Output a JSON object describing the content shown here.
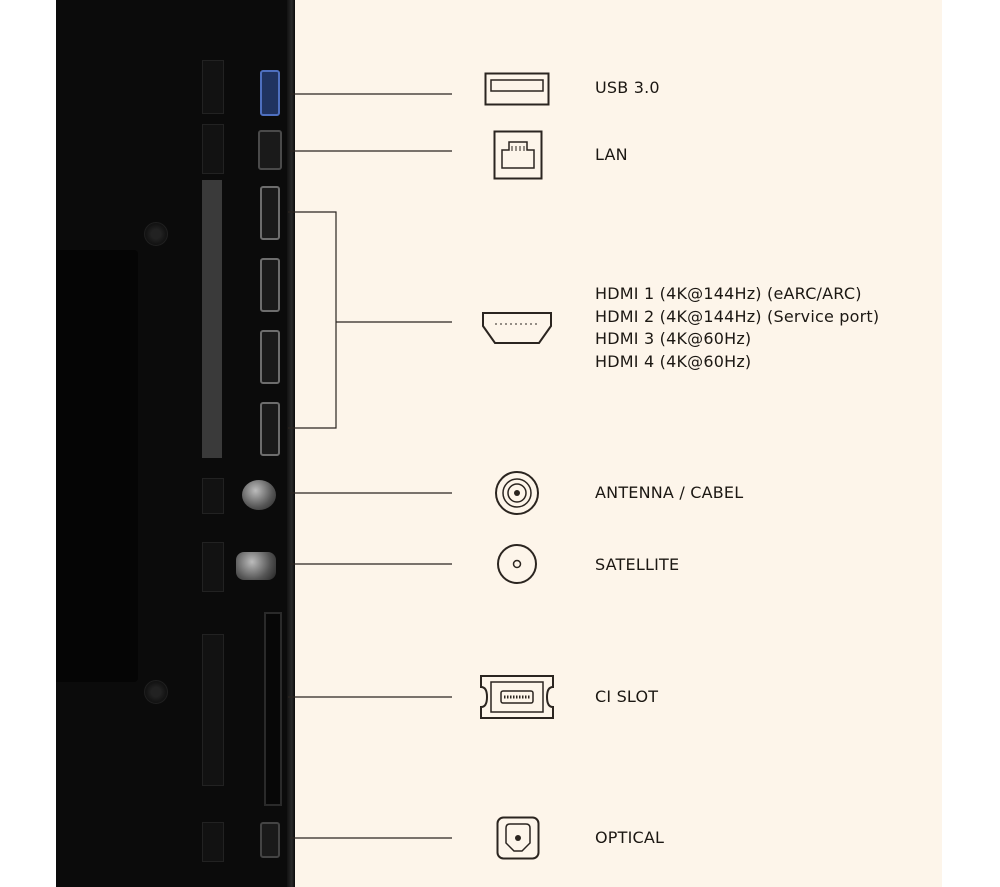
{
  "connectors": [
    {
      "id": "usb",
      "icon": "usb-port-icon",
      "label": "USB 3.0"
    },
    {
      "id": "lan",
      "icon": "ethernet-port-icon",
      "label": "LAN"
    },
    {
      "id": "hdmi",
      "icon": "hdmi-port-icon",
      "lines": [
        "HDMI 1 (4K@144Hz) (eARC/ARC)",
        "HDMI 2 (4K@144Hz) (Service port)",
        "HDMI 3 (4K@60Hz)",
        "HDMI 4 (4K@60Hz)"
      ]
    },
    {
      "id": "antenna",
      "icon": "antenna-coax-icon",
      "label": "ANTENNA / CABEL"
    },
    {
      "id": "satellite",
      "icon": "satellite-f-connector-icon",
      "label": "SATELLITE"
    },
    {
      "id": "ci",
      "icon": "ci-card-icon",
      "label": "CI SLOT"
    },
    {
      "id": "optical",
      "icon": "optical-audio-icon",
      "label": "OPTICAL"
    }
  ],
  "colors": {
    "panel_background": "#fdf5ea",
    "text": "#1c1813",
    "line": "#2b2520",
    "tv_body": "#0b0b0b",
    "usb_port_blue": "#4e6fbf"
  }
}
